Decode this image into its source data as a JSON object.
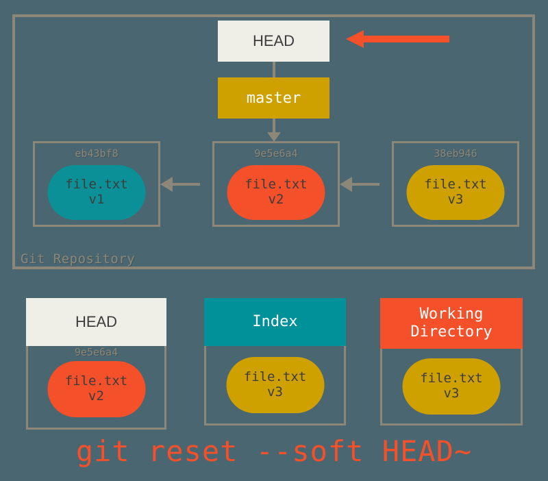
{
  "diagram": {
    "background_color": "#4a6670",
    "border_color": "#8c8778",
    "accent_color": "#f4502a",
    "teal_color": "#0b9097",
    "gold_color": "#cfa100",
    "cream_color": "#f0efe7"
  },
  "repository": {
    "label": "Git Repository",
    "head_ref": "HEAD",
    "branch_ref": "master",
    "commits": [
      {
        "hash": "eb43bf8",
        "file": "file.txt",
        "version": "v1",
        "color": "teal"
      },
      {
        "hash": "9e5e6a4",
        "file": "file.txt",
        "version": "v2",
        "color": "orange"
      },
      {
        "hash": "38eb946",
        "file": "file.txt",
        "version": "v3",
        "color": "gold"
      }
    ]
  },
  "areas": [
    {
      "title": "HEAD",
      "title_line2": "",
      "hash": "9e5e6a4",
      "file": "file.txt",
      "version": "v2",
      "color": "orange"
    },
    {
      "title": "Index",
      "title_line2": "",
      "hash": "",
      "file": "file.txt",
      "version": "v3",
      "color": "gold"
    },
    {
      "title": "Working",
      "title_line2": "Directory",
      "hash": "",
      "file": "file.txt",
      "version": "v3",
      "color": "gold"
    }
  ],
  "caption": "git reset --soft HEAD~",
  "annotation": {
    "arrow_label": "head-pointer-arrow",
    "direction": "left"
  }
}
